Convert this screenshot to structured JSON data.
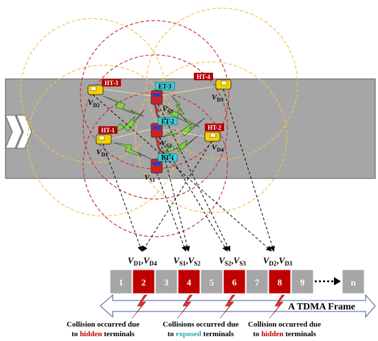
{
  "colors": {
    "road": "#a6a6a6",
    "road_border": "#555555",
    "hidden_circle": "#c9302c",
    "exposed_circle": "#f2c14e",
    "hidden_label_bg": "#b30000",
    "exposed_label_bg": "#39d0d8",
    "slot_red": "#c00000",
    "slot_gray": "#a6a6a6",
    "lightning_green": "#7fd63b",
    "lightning_red": "#e03030",
    "car_yellow": "#f5d000",
    "car_red": "#d42020",
    "car_blue": "#2040d0",
    "frame_arrow": "#3a5f9a",
    "highlight_hidden": "#c00000",
    "highlight_exposed": "#2aa6a6"
  },
  "labels": {
    "ht1": "HT-1",
    "ht2": "HT-2",
    "ht3": "HT-3",
    "ht4": "HT-4",
    "et1": "ET-1",
    "et2": "ET-2",
    "et3": "ET-3"
  },
  "vehicles": {
    "d1": {
      "v": "V",
      "sub": "D1"
    },
    "d2": {
      "v": "V",
      "sub": "D2"
    },
    "d3": {
      "v": "V",
      "sub": "D3"
    },
    "d4": {
      "v": "V",
      "sub": "D4"
    },
    "s1": {
      "v": "V",
      "sub": "S1"
    },
    "s2": {
      "v": "V",
      "sub": "S2"
    },
    "s3": {
      "v": "V",
      "sub": "S3"
    }
  },
  "slots": [
    "1",
    "2",
    "3",
    "4",
    "5",
    "6",
    "7",
    "8",
    "9",
    "n"
  ],
  "slot_labels": [
    {
      "a": "V",
      "as": "D1",
      "sep": ",",
      "b": "V",
      "bs": "D4"
    },
    {
      "a": "V",
      "as": "S1",
      "sep": ",",
      "b": "V",
      "bs": "S2"
    },
    {
      "a": "V",
      "as": "S2",
      "sep": ",",
      "b": "V",
      "bs": "S3"
    },
    {
      "a": "V",
      "as": "D2",
      "sep": ",",
      "b": "V",
      "bs": "D3"
    }
  ],
  "frame_label": "A TDMA Frame",
  "captions": {
    "c1": {
      "l1": "Collision occurred due",
      "l2a": "to ",
      "l2b": "hidden",
      "l2c": " terminals"
    },
    "c2": {
      "l1": "Collisions occurred due",
      "l2a": "to ",
      "l2b": "exposed",
      "l2c": " terminals"
    },
    "c3": {
      "l1": "Collision occurred due",
      "l2a": "to ",
      "l2b": "hidden",
      "l2c": " terminals"
    }
  }
}
